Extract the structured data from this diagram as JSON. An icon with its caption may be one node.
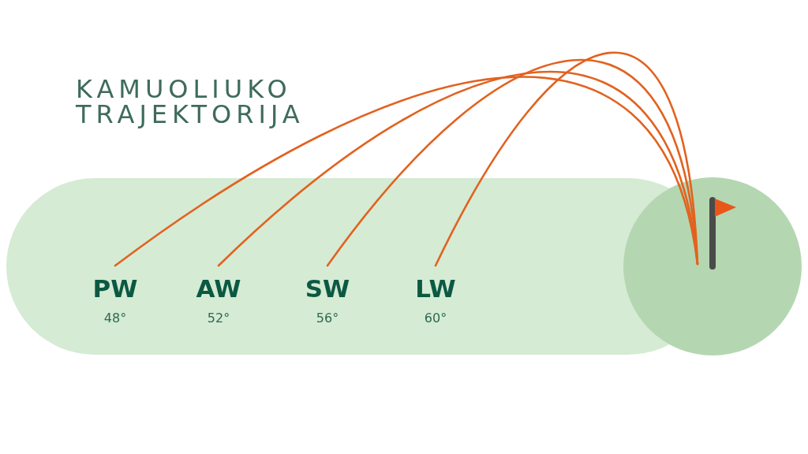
{
  "diagram": {
    "title": "KAMUOLIUKO TRAJEKTORIJA",
    "nodes": [
      {
        "text": [
          "PW",
          "48°"
        ]
      },
      {
        "text": [
          "AW",
          "52°"
        ]
      },
      {
        "text": [
          "SW",
          "56°"
        ]
      },
      {
        "text": [
          "LW",
          "60°"
        ]
      },
      {
        "text": [],
        "shape": "flag"
      }
    ],
    "edges": [
      {
        "from": 0,
        "to": 4,
        "arrow": "none"
      },
      {
        "from": 1,
        "to": 4,
        "arrow": "none"
      },
      {
        "from": 2,
        "to": 4,
        "arrow": "none"
      },
      {
        "from": 3,
        "to": 4,
        "arrow": "none"
      }
    ]
  }
}
